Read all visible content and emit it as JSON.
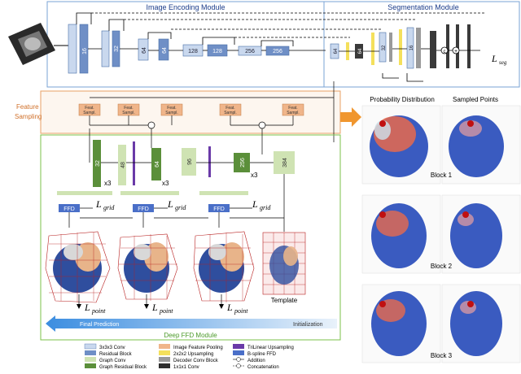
{
  "modules": {
    "encoding": "Image Encoding Module",
    "segmentation": "Segmentation Module",
    "feature_sampling": "Feature\nSampling",
    "deep_ffd": "Deep FFD Module"
  },
  "encoder_channels": [
    "16",
    "16",
    "32",
    "32",
    "64",
    "64",
    "128",
    "128",
    "256",
    "256"
  ],
  "seg_channels": [
    "64",
    "64",
    "32",
    "32",
    "16",
    "16"
  ],
  "feat_sampl": "Feat.\nSampl.",
  "ffd_channels": [
    "32",
    "48",
    "64",
    "96",
    "256",
    "384"
  ],
  "x3": "x3",
  "ffd_label": "FFD",
  "loss": {
    "seg": "L",
    "seg_sub": "seg",
    "grid": "L",
    "grid_sub": "grid",
    "point": "L",
    "point_sub": "point"
  },
  "template_label": "Template",
  "arrow": {
    "left": "Final Prediction",
    "right": "Initialization"
  },
  "right_panel": {
    "col1": "Probability Distribution",
    "col2": "Sampled Points",
    "blocks": [
      "Block 1",
      "Block 2",
      "Block 3"
    ]
  },
  "concat_symbol": "c",
  "add_symbol": "+",
  "legend": [
    {
      "label": "3x3x3 Conv",
      "color": "#c9d8ee"
    },
    {
      "label": "Residual Block",
      "color": "#6f8fc6"
    },
    {
      "label": "Graph Conv",
      "color": "#cfe3b3"
    },
    {
      "label": "Graph Residual Block",
      "color": "#5b8f3a"
    },
    {
      "label": "Image Feature Pooling",
      "color": "#f0b58a"
    },
    {
      "label": "2x2x2 Upsampling",
      "color": "#f4e05c"
    },
    {
      "label": "Decoder Conv Block",
      "color": "#9a9a9a"
    },
    {
      "label": "1x1x1 Conv",
      "color": "#2d2d2d"
    },
    {
      "label": "TriLinear Upsampling",
      "color": "#6a3aa8"
    },
    {
      "label": "B-spline FFD",
      "color": "#4a6fc8"
    },
    {
      "label": "Addition",
      "color": ""
    },
    {
      "label": "Concatenation",
      "color": ""
    }
  ]
}
